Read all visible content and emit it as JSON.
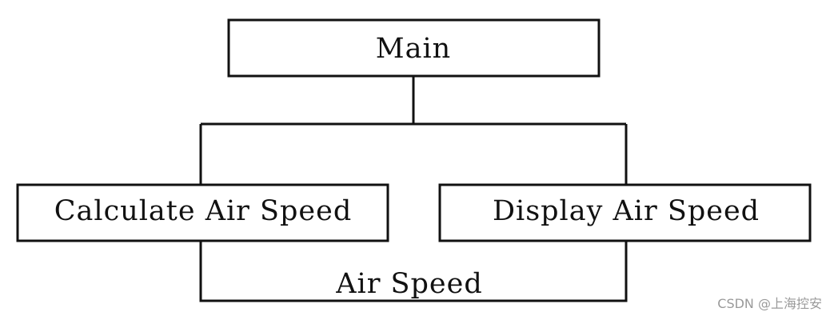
{
  "nodes": {
    "main": "Main",
    "calculate": "Calculate Air Speed",
    "display": "Display Air Speed"
  },
  "flow_label": "Air Speed",
  "watermark": "CSDN @上海控安"
}
